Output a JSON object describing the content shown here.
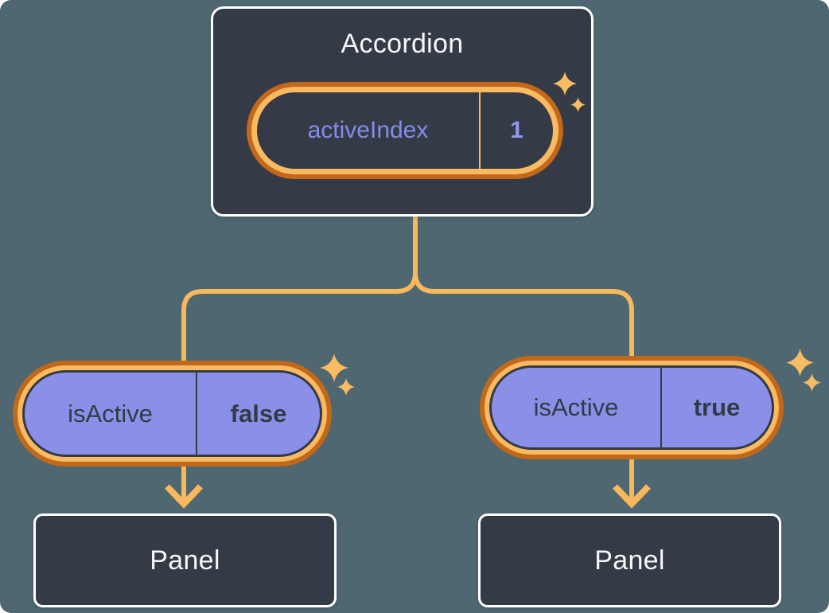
{
  "palette": {
    "background": "#4E6770",
    "card_fill": "#343A46",
    "card_border": "#FFFFFF",
    "title_text": "#F6F7F9",
    "connector_orange": "#F8B85C",
    "ring_outer_orange": "#C2681B",
    "ring_inner_orange": "#F9BA61",
    "pill_purple": "#8A90E8",
    "pill_dark_text": "#333A45",
    "state_name_text": "#858CE8",
    "state_value_text": "#9298EE",
    "sparkle": "#F8BC63"
  },
  "diagram": {
    "root": {
      "title": "Accordion",
      "state": {
        "name": "activeIndex",
        "value": "1"
      }
    },
    "children": [
      {
        "prop_name": "isActive",
        "prop_value": "false",
        "panel_label": "Panel"
      },
      {
        "prop_name": "isActive",
        "prop_value": "true",
        "panel_label": "Panel"
      }
    ]
  },
  "icons": {
    "sparkle": "four-point-star",
    "arrowhead": "chevron-down"
  }
}
